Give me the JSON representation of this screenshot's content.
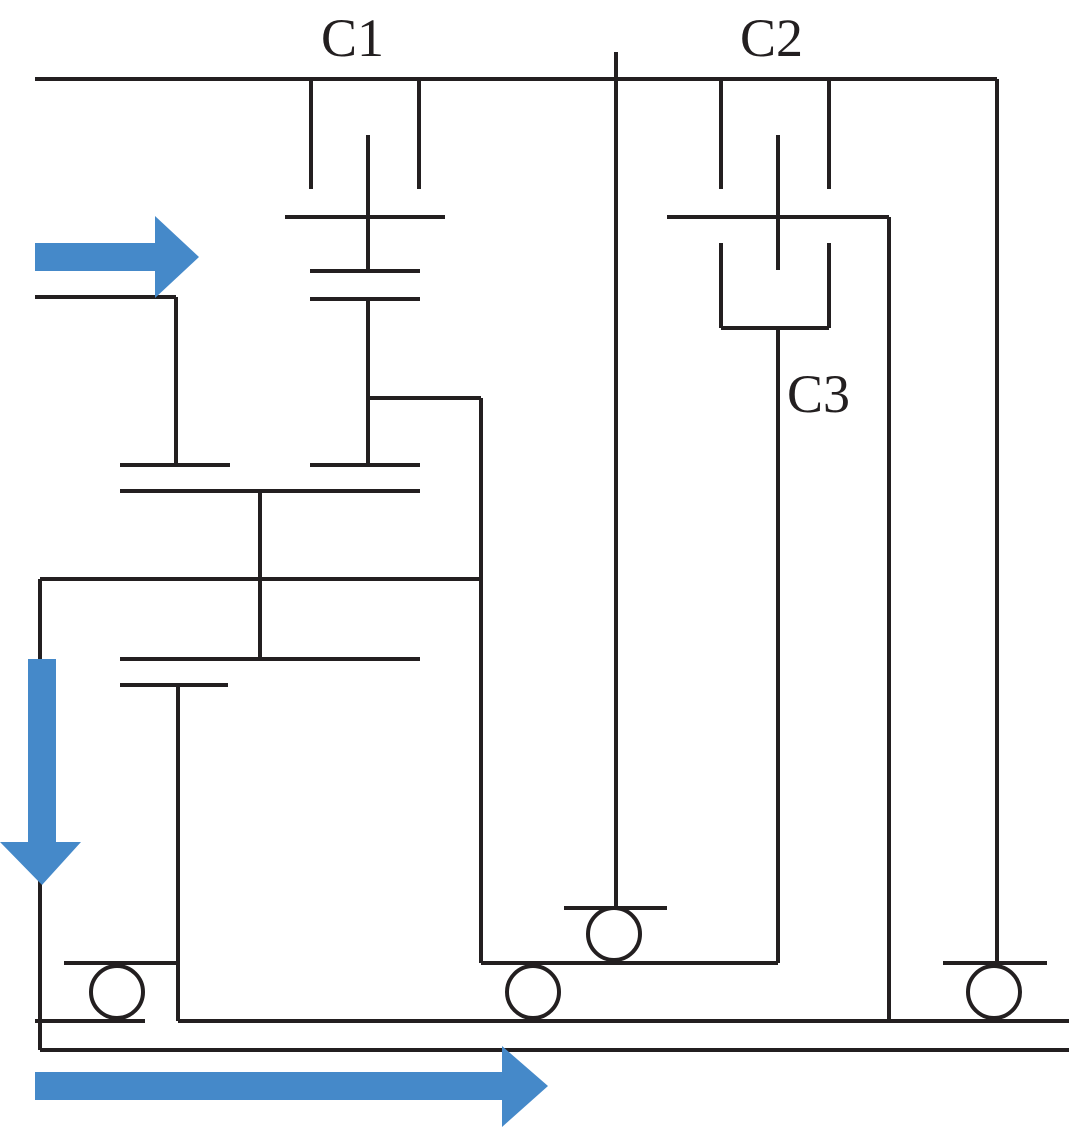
{
  "labels": {
    "c1": "C1",
    "c2": "C2",
    "c3": "C3"
  },
  "colors": {
    "line": "#231f20",
    "flow_arrow": "#4589c9",
    "background": "#ffffff"
  },
  "power_flow_arrows": [
    {
      "name": "input-flow",
      "direction": "right"
    },
    {
      "name": "down-flow",
      "direction": "down"
    },
    {
      "name": "output-flow",
      "direction": "right"
    }
  ]
}
